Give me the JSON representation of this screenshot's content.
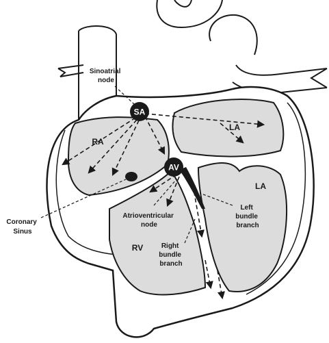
{
  "labels": {
    "sinoatrial_node": [
      "Sinoatrial",
      "node"
    ],
    "sa": "SA",
    "av": "AV",
    "ra": "RA",
    "la_upper": "LA",
    "la_lower": "LA",
    "rv": "RV",
    "coronary_sinus": [
      "Coronary",
      "Sinus"
    ],
    "atrioventricular_node": [
      "Atrioventricular",
      "node"
    ],
    "left_bundle_branch": [
      "Left",
      "bundle",
      "branch"
    ],
    "right_bundle_branch": [
      "Right",
      "bundle",
      "branch"
    ]
  },
  "colors": {
    "outline": "#1a1a1a",
    "chamber_fill": "#dcdcdc",
    "node_fill": "#1a1a1a"
  }
}
